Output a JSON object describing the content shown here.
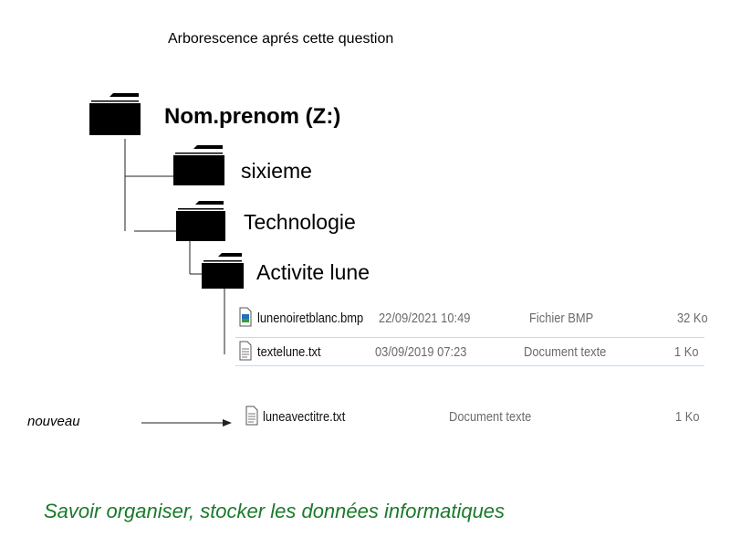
{
  "heading": "Arborescence aprés cette question",
  "tree": {
    "root": {
      "label": "Nom.prenom (Z:)",
      "icon": "folder-icon"
    },
    "folders": [
      {
        "label": "sixieme",
        "icon": "folder-icon"
      },
      {
        "label": "Technologie",
        "icon": "folder-icon"
      },
      {
        "label": "Activite lune",
        "icon": "folder-icon"
      }
    ]
  },
  "files": [
    {
      "name": "lunenoiretblanc.bmp",
      "date": "22/09/2021 10:49",
      "type": "Fichier BMP",
      "size": "32 Ko",
      "icon": "image-file-icon"
    },
    {
      "name": "textelune.txt",
      "date": "03/09/2019 07:23",
      "type": "Document texte",
      "size": "1 Ko",
      "icon": "text-file-icon"
    }
  ],
  "new_file": {
    "label": "nouveau",
    "name": "luneavectitre.txt",
    "type": "Document texte",
    "size": "1 Ko",
    "icon": "text-file-icon"
  },
  "footer": "Savoir organiser, stocker les données informatiques",
  "colors": {
    "footer_text": "#1a7a2a",
    "row_highlight_border": "#bcdcf4",
    "meta_text": "#6b6b6b"
  }
}
